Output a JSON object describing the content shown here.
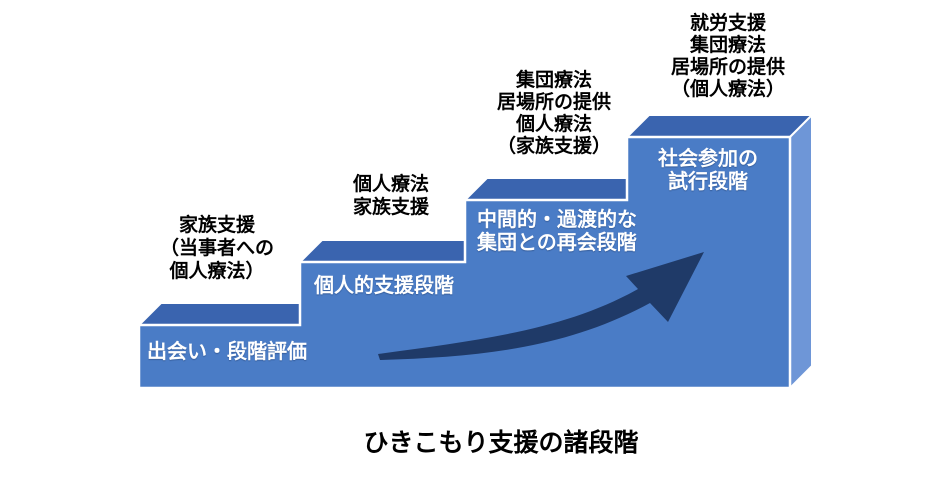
{
  "diagram": {
    "title": "ひきこもり支援の諸段階",
    "steps": [
      {
        "label_lines": [
          "出会い・段階評価"
        ],
        "above_lines": [
          "家族支援",
          "（当事者への",
          "個人療法）"
        ]
      },
      {
        "label_lines": [
          "個人的支援段階"
        ],
        "above_lines": [
          "個人療法",
          "家族支援"
        ]
      },
      {
        "label_lines": [
          "中間的・過渡的な",
          "集団との再会段階"
        ],
        "above_lines": [
          "集団療法",
          "居場所の提供",
          "個人療法",
          "（家族支援）"
        ]
      },
      {
        "label_lines": [
          "社会参加の",
          "試行段階"
        ],
        "above_lines": [
          "就労支援",
          "集団療法",
          "居場所の提供",
          "（個人療法）"
        ]
      }
    ]
  },
  "colors": {
    "step_front": "#4A7CC6",
    "step_top": "#3A64AF",
    "step_side": "#6E96D7",
    "outline": "#FFFFFF",
    "arrow": "#1F3A68",
    "above_text": "#000000",
    "step_text": "#FFFFFF"
  }
}
